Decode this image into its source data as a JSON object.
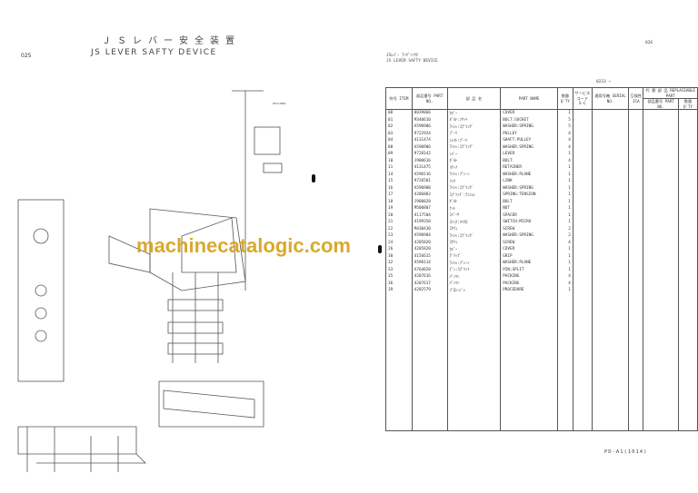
{
  "left_page": {
    "page_number": "025",
    "title_jp": "ＪＳレバー安全装置",
    "title_en": "JS LEVER SAFTY DEVICE",
    "diagram_side_label": "RETAINER"
  },
  "right_page": {
    "page_number": "026",
    "title_jp": "JSﾚﾊﾞｰ ｱﾝｾﾞﾝｿｳﾁ",
    "title_en": "JS LEVER SAFTY DEVICE",
    "serial_range": "0233 ~",
    "footer": "PD-A1(1014)"
  },
  "table": {
    "headers": {
      "item": "符号 ITEM",
      "part_no": "部品番号 PART NO.",
      "name_jp": "部 品 名",
      "part_name": "PART NAME",
      "qty": "数量 Q'TY",
      "service": "サービス コード S-C",
      "serial": "適用号機 SERIAL NO.",
      "ica": "互換性 ICA",
      "replaceable": "代 替 部 品 REPLACEABLE PART",
      "rep_part_no": "部品番号 PART NO.",
      "rep_qty": "数量 Q'TY"
    },
    "rows": [
      [
        "00",
        "0039066",
        "ｶﾊﾞｰ",
        "COVER",
        "1"
      ],
      [
        "01",
        "M340610",
        "ﾎﾞﾙﾄ:ｿｹｯﾄ",
        "BOLT:SOCKET",
        "5"
      ],
      [
        "02",
        "A590906",
        "ﾜｯｼｬ:ｽﾌﾟﾘﾝｸﾞ",
        "WASHER:SPRING",
        "5"
      ],
      [
        "03",
        "9722924",
        "ﾌﾟｰﾘ",
        "PULLEY",
        "4"
      ],
      [
        "04",
        "4131474",
        "ｼｬﾌﾄ:ﾌﾟｰﾘ",
        "SHAFT:PULLEY",
        "4"
      ],
      [
        "08",
        "A590906",
        "ﾜｯｼｬ:ｽﾌﾟﾘﾝｸﾞ",
        "WASHER:SPRING",
        "4"
      ],
      [
        "09",
        "9728142",
        "ﾚﾊﾞｰ",
        "LEVER",
        "1"
      ],
      [
        "10",
        "J900616",
        "ﾎﾞﾙﾄ",
        "BOLT",
        "4"
      ],
      [
        "11",
        "4131475",
        "ﾘﾃｰﾅ",
        "RETAINER",
        "1"
      ],
      [
        "14",
        "A590116",
        "ﾜｯｼｬ:ﾌﾟﾚｰﾝ",
        "WASHER:PLANE",
        "1"
      ],
      [
        "15",
        "9726501",
        "ﾘﾝｸ",
        "LINK",
        "1"
      ],
      [
        "16",
        "A590908",
        "ﾜｯｼｬ:ｽﾌﾟﾘﾝｸﾞ",
        "WASHER:SPRING",
        "1"
      ],
      [
        "17",
        "4206883",
        "ｽﾌﾟﾘﾝｸﾞ:ﾃﾝｼｮﾝ",
        "SPRING:TENSION",
        "1"
      ],
      [
        "18",
        "J900828",
        "ﾎﾞﾙﾄ",
        "BOLT",
        "1"
      ],
      [
        "19",
        "M500807",
        "ﾅｯﾄ",
        "NUT",
        "1"
      ],
      [
        "20",
        "4117504",
        "ｽﾍﾟｰｻ",
        "SPACER",
        "1"
      ],
      [
        "21",
        "4199350",
        "ｽｲｯﾁ:ﾏｲｸﾛ",
        "SWITCH:MICRO",
        "1"
      ],
      [
        "22",
        "M430430",
        "ｽｸﾘｭ",
        "SCREW",
        "2"
      ],
      [
        "23",
        "A590904",
        "ﾜｯｼｬ:ｽﾌﾟﾘﾝｸﾞ",
        "WASHER:SPRING",
        "2"
      ],
      [
        "24",
        "4205820",
        "ｽｸﾘｭ",
        "SCREW",
        "4"
      ],
      [
        "26",
        "4205820",
        "ｶﾊﾞｰ",
        "COVER",
        "1"
      ],
      [
        "30",
        "4156615",
        "ｸﾞﾘｯﾌﾟ",
        "GRIP",
        "1"
      ],
      [
        "32",
        "A590114",
        "ﾜｯｼｬ:ﾌﾟﾚｰﾝ",
        "WASHER:PLANE",
        "1"
      ],
      [
        "33",
        "A764820",
        "ﾋﾟﾝ:ｽﾌﾟﾘｯﾄ",
        "PIN:SPLIT",
        "1"
      ],
      [
        "35",
        "4207616",
        "ﾊﾟｯｷﾝ",
        "PACKING",
        "4"
      ],
      [
        "36",
        "4207617",
        "ﾊﾟｯｷﾝ",
        "PACKING",
        "4"
      ],
      [
        "39",
        "4202579",
        "ﾌﾟﾛｼｰｼﾞｬ",
        "PROCEDURE",
        "1"
      ]
    ]
  },
  "watermark": "machinecatalogic.com"
}
